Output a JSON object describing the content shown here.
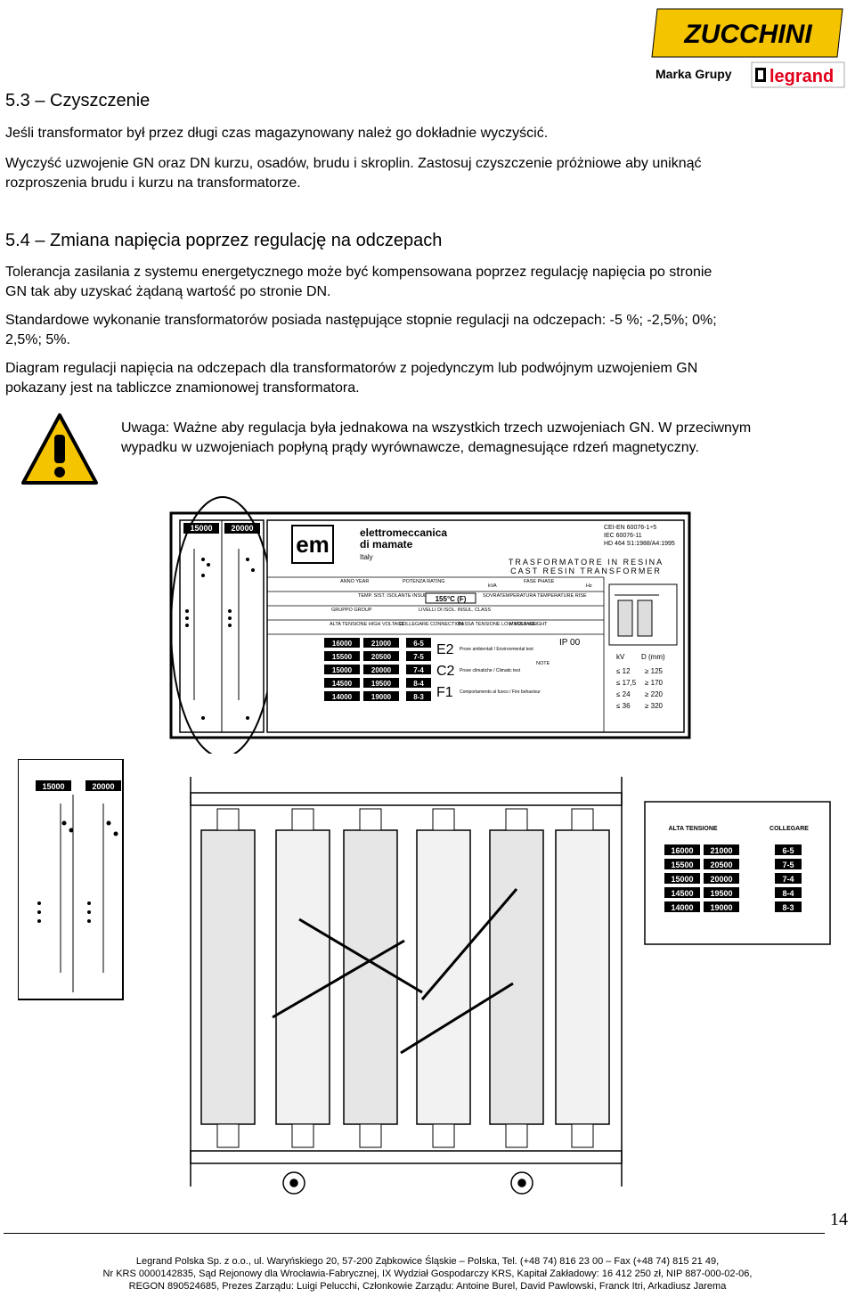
{
  "brand": {
    "logo_text": "ZUCCHINI",
    "tagline": "Marka Grupy",
    "group_logo_text": "legrand",
    "colors": {
      "yellow": "#f5c400",
      "red": "#e2001a",
      "black": "#000000"
    }
  },
  "section_5_3": {
    "heading": "5.3 – Czyszczenie",
    "p1": "Jeśli transformator był przez długi czas magazynowany należ go dokładnie wyczyścić.",
    "p2_line1": "Wyczyść uzwojenie GN oraz DN kurzu, osadów, brudu i skroplin. Zastosuj czyszczenie próżniowe aby uniknąć",
    "p2_line2": "rozproszenia brudu i kurzu na transformatorze."
  },
  "section_5_4": {
    "heading": "5.4 – Zmiana napięcia poprzez regulację na odczepach",
    "p1_line1": "Tolerancja zasilania z systemu energetycznego może być kompensowana poprzez regulację napięcia po stronie",
    "p1_line2": "GN tak aby uzyskać żądaną wartość po stronie DN.",
    "p2_line1": "Standardowe wykonanie transformatorów posiada następujące stopnie regulacji na odczepach: -5 %; -2,5%; 0%;",
    "p2_line2": "2,5%; 5%.",
    "p3_line1": "Diagram regulacji napięcia na odczepach dla transformatorów z pojedynczym lub podwójnym uzwojeniem GN",
    "p3_line2": "pokazany jest na tabliczce znamionowej transformatora.",
    "warning_line1": "Uwaga: Ważne aby regulacja była jednakowa na wszystkich trzech uzwojeniach GN. W przeciwnym",
    "warning_line2": "wypadku w uzwojeniach popłyną prądy wyrównawcze, demagnesujące rdzeń magnetyczny."
  },
  "nameplate": {
    "brand_line1": "elettromeccanica",
    "brand_line2": "di mamate",
    "country": "Italy",
    "standards": [
      "CEI-EN 60076-1÷5",
      "IEC 60076-11",
      "HD 464 S1:1988/A4:1995"
    ],
    "title1": "TRASFORMATORE IN RESINA",
    "title2": "CAST RESIN TRANSFORMER",
    "col_hv": "15000",
    "col_hv2": "20000",
    "header_hv": "ALTA TENSIONE",
    "header_conn": "COLLEGARE",
    "rows": [
      {
        "a": "16000",
        "b": "21000",
        "c": "6-5"
      },
      {
        "a": "15500",
        "b": "20500",
        "c": "7-5"
      },
      {
        "a": "15000",
        "b": "20000",
        "c": "7-4"
      },
      {
        "a": "14500",
        "b": "19500",
        "c": "8-4"
      },
      {
        "a": "14000",
        "b": "19000",
        "c": "8-3"
      }
    ],
    "classes": [
      {
        "code": "E2",
        "desc": "Prove ambientali / Environmental test"
      },
      {
        "code": "C2",
        "desc": "Prove climatiche / Climatic test"
      },
      {
        "code": "F1",
        "desc": "Comportamento al fuoco / Fire behaviour"
      }
    ],
    "temp_rise": "155°C (F)",
    "ip": "IP 00",
    "dist_header": [
      "kV",
      "D (mm)"
    ],
    "dist_rows": [
      [
        "≤ 12",
        "≥ 125"
      ],
      [
        "≤ 17,5",
        "≥ 170"
      ],
      [
        "≤ 24",
        "≥ 220"
      ],
      [
        "≤ 36",
        "≥ 320"
      ]
    ],
    "labels": [
      "ANNO YEAR",
      "POTENZA RATING",
      "kVA",
      "FASE PHASE",
      "Hz",
      "TEMP. SIST. ISOLANTE INSUL. SYSTEM TEMP.",
      "SOVRATEMPERATURA TEMPERATURE RISE",
      "GRUPPO GROUP",
      "LIVELLI DI ISOL. INSUL. CLASS",
      "ALTA TENSIONE HIGH VOLTAGE",
      "COLLEGARE CONNECTION",
      "BASSA TENSIONE LOW VOLTAGE",
      "MASSA WEIGHT",
      "NOTE"
    ]
  },
  "page_number": "14",
  "footer": {
    "line1": "Legrand Polska Sp. z o.o., ul. Waryńskiego 20, 57-200 Ząbkowice Śląskie – Polska, Tel. (+48 74) 816 23 00 – Fax (+48 74) 815 21 49,",
    "line2": "Nr KRS 0000142835, Sąd Rejonowy dla Wrocławia-Fabrycznej, IX Wydział Gospodarczy KRS, Kapitał Zakładowy: 16 412 250 zł, NIP 887-000-02-06,",
    "line3": "REGON 890524685, Prezes Zarządu: Luigi Pelucchi, Członkowie Zarządu: Antoine Burel, David Pawlowski, Franck Itri, Arkadiusz Jarema"
  }
}
